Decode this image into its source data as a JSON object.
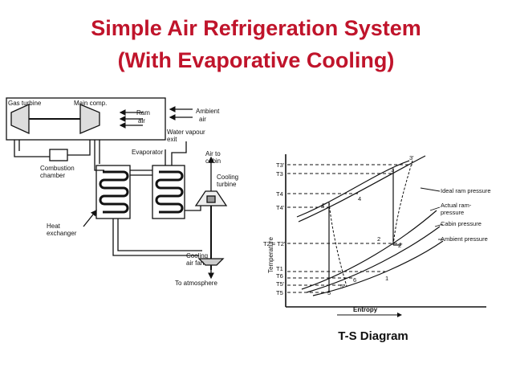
{
  "slide": {
    "title_line1": "Simple Air Refrigeration System",
    "title_line2": "(With Evaporative Cooling)"
  },
  "schematic": {
    "gas_turbine": "Gas turbine",
    "main_comp": "Main comp.",
    "ram_air_1": "Ram",
    "ram_air_2": "air",
    "ambient_air_1": "Ambient",
    "ambient_air_2": "air",
    "water_vapour_1": "Water vapour",
    "water_vapour_2": "exit",
    "evaporator": "Evaporator",
    "air_to_cabin_1": "Air to",
    "air_to_cabin_2": "cabin",
    "cooling_turbine_1": "Cooling",
    "cooling_turbine_2": "turbine",
    "combustion_1": "Combustion",
    "combustion_2": "chamber",
    "heat_exchanger_1": "Heat",
    "heat_exchanger_2": "exchanger",
    "cooling_fan_1": "Cooling",
    "cooling_fan_2": "air fan",
    "to_atmosphere": "To atmosphere"
  },
  "ts_diagram": {
    "y_axis": "Temperature",
    "x_axis": "Entropy",
    "caption": "T-S Diagram",
    "temp_labels": {
      "t3p": "T3'",
      "t3": "T3",
      "t4": "T4",
      "t4p": "T4'",
      "t2": "T2 = T2'",
      "t1": "T1",
      "t6": "T6",
      "t5p": "T5'",
      "t5": "T5"
    },
    "curve_labels": {
      "ideal_ram": "Ideal ram pressure",
      "actual_ram_1": "Actual ram-",
      "actual_ram_2": "pressure",
      "cabin": "Cabin pressure",
      "ambient": "Ambient pressure"
    },
    "state_points": {
      "p3p": "3'",
      "p3": "3",
      "p4": "4",
      "p4p": "4'",
      "p2": "2",
      "p2p": "2'",
      "p1": "1",
      "p6": "6",
      "p5p": "5'",
      "p5": "5"
    }
  }
}
